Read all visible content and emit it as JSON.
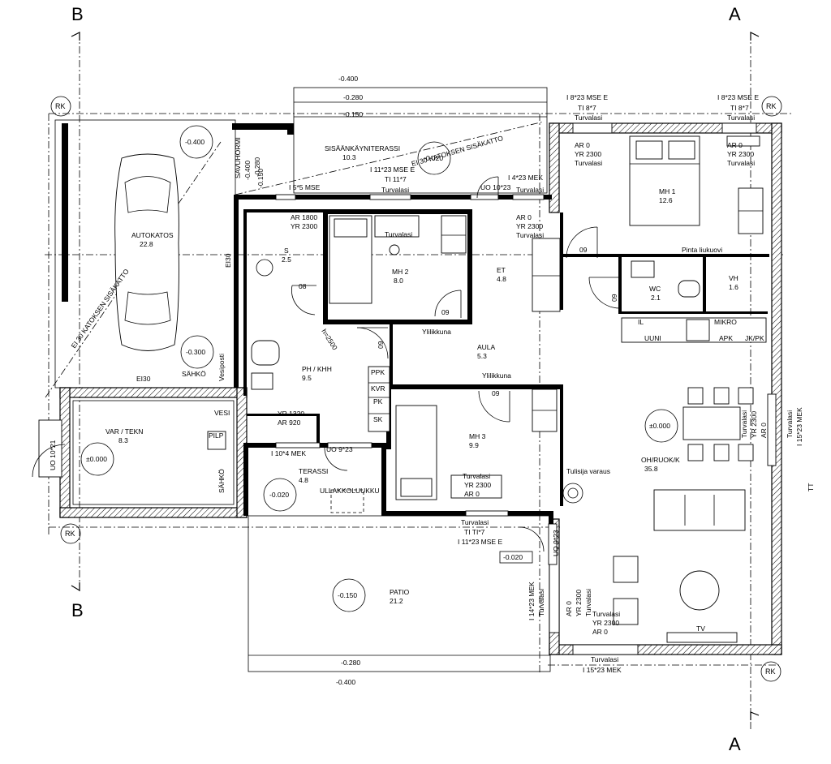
{
  "section_marks": {
    "left": "B",
    "right": "A"
  },
  "grid_tag": "RK",
  "levels": {
    "top_outer": "-0.400",
    "top_mid": "-0.280",
    "top_inner": "-0.150",
    "bottom_mid": "-0.280",
    "bottom_outer": "-0.400",
    "garage_top": "-0.400",
    "garage_bottom": "-0.300",
    "entrance_terrace": "-0.020",
    "storage": "±0.000",
    "terrace": "-0.020",
    "patio": "-0.150",
    "living": "±0.000",
    "living_door": "-0.020",
    "chimney_a": "-0.400",
    "chimney_b": "-0.280",
    "chimney_c": "-0.150"
  },
  "rooms": {
    "garage": {
      "name": "AUTOKATOS",
      "area": "22.8"
    },
    "entrance": {
      "name": "SISÄÄNKÄYNITERASSI",
      "area": "10.3"
    },
    "storage": {
      "name": "VAR / TEKN",
      "area": "8.3"
    },
    "terrace": {
      "name": "TERASSI",
      "area": "4.8"
    },
    "patio": {
      "name": "PATIO",
      "area": "21.2"
    },
    "bath": {
      "name": "PH / KHH",
      "area": "9.5"
    },
    "sauna": {
      "name": "S",
      "area": "2.5"
    },
    "bed2": {
      "name": "MH 2",
      "area": "8.0"
    },
    "hall": {
      "name": "ET",
      "area": "4.8"
    },
    "lobby": {
      "name": "AULA",
      "area": "5.3"
    },
    "bed3": {
      "name": "MH 3",
      "area": "9.9"
    },
    "bed1": {
      "name": "MH 1",
      "area": "12.6"
    },
    "wc": {
      "name": "WC",
      "area": "2.1"
    },
    "closet": {
      "name": "VH",
      "area": "1.6"
    },
    "living": {
      "name": "OH/RUOK/K",
      "area": "35.8"
    }
  },
  "windows": {
    "bed1_left": {
      "spec": "I 8*23 MSE E",
      "frame": "TI 8*7",
      "glass": "Turvalasi",
      "ar": "AR 0",
      "yr": "YR 2300"
    },
    "bed1_right": {
      "spec": "I 8*23 MSE E",
      "frame": "TI 8*7",
      "glass": "Turvalasi",
      "ar": "AR 0",
      "yr": "YR 2300"
    },
    "entrance_win": {
      "spec": "I 11*23 MSE E",
      "frame": "TI 11*7",
      "glass": "Turvalasi"
    },
    "entrance_door": "UO 10*23",
    "entrance_side": {
      "spec": "I 4*23 MEK",
      "glass": "Turvalasi"
    },
    "hall_glass": {
      "ar": "AR 0",
      "yr": "YR 2300",
      "glass": "Turvalasi"
    },
    "bath_win": {
      "spec": "I 5*5 MSE",
      "ar": "AR 1800",
      "yr": "YR 2300"
    },
    "bed2_glass": "Turvalasi",
    "storage_door": "UO 10*21",
    "terrace_win": "I 10*4 MEK",
    "terrace_door": "UO 9*23",
    "bath_yr": "YR 1320",
    "bath_ar": "AR 920",
    "bed3_win": {
      "glass": "Turvalasi",
      "yr": "YR 2300",
      "ar": "AR 0"
    },
    "bed3_bottom": {
      "glass": "Turvalasi",
      "frame": "TI TI*7",
      "spec": "I 11*23 MSE E"
    },
    "living_door": "UO 9*23",
    "living_left": {
      "spec": "I 14*23 MEK",
      "glass": "Turvalasi",
      "ar": "AR 0",
      "yr": "YR 2300"
    },
    "living_left2": {
      "glass": "Turvalasi",
      "yr": "YR 2300",
      "ar": "AR 0"
    },
    "living_bottom": {
      "glass": "Turvalasi",
      "spec": "I 15*23 MEK"
    },
    "living_right": {
      "glass": "Turvalasi",
      "yr": "YR 2300",
      "ar": "AR 0",
      "spec": "I 15*23 MEK"
    }
  },
  "doors": {
    "d08a": "08",
    "d09_bed2": "09",
    "d09_bath": "09",
    "d09_bed3": "09",
    "d09_bed1": "09",
    "d09_wc": "09"
  },
  "labels": {
    "ylilikkuna1": "Ylilikkuna",
    "ylilikkuna2": "Ylilikkuna",
    "pinta_liukuovi": "Pinta liukuovi",
    "tulisija": "Tulisija varaus",
    "ullakko": "ULLAKKOLUUKKU",
    "savuhormi": "SAVUHORMI",
    "vesiposti": "Vesiposti",
    "sahko_garage": "SÄHKÖ",
    "sahko_storage": "SÄHKÖ",
    "vesi": "VESI",
    "pilp": "PILP",
    "ei30_top": "EI 30 KATOKSEN SISÄKATTO",
    "ei30_left": "EI 30 KATOKSEN SISÄKATTO",
    "ei30_a": "EI30",
    "ei30_b": "EI30",
    "h2500": "h=2500",
    "tv": "TV",
    "tt": "TT",
    "kitchen": [
      "IL",
      "UUNI",
      "MIKRO",
      "APK",
      "JK/PK"
    ],
    "cabinets": [
      "PPK",
      "KVR",
      "PK",
      "SK"
    ]
  }
}
